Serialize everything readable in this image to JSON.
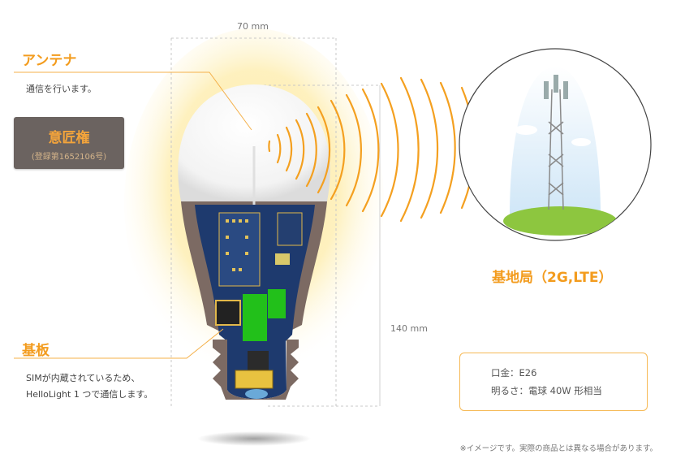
{
  "labels": {
    "antenna_title": "アンテナ",
    "antenna_desc": "通信を行います。",
    "design_title": "意匠権",
    "design_sub": "(登録第1652106号)",
    "board_title": "基板",
    "board_desc_1": "SIMが内蔵されているため、",
    "board_desc_2": "HelloLight 1 つで通信します。",
    "station_label": "基地局（2G,LTE）",
    "width_dim": "70 mm",
    "height_dim": "140 mm"
  },
  "specs": {
    "base": "口金：E26",
    "brightness": "明るさ：電球 40W 形相当"
  },
  "note": "※イメージです。実際の商品とは異なる場合があります。",
  "colors": {
    "accent": "#f39c1e",
    "badge": "#6b6360",
    "pcb": "#1e3a6e",
    "bulb_body": "#7c6a63"
  }
}
